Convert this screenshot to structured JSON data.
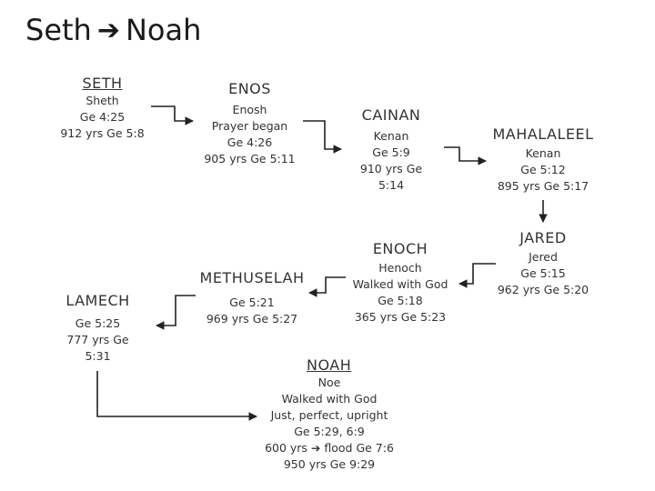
{
  "title": {
    "from": "Seth",
    "arrow": "➔",
    "to": "Noah"
  },
  "nodes": {
    "seth": {
      "name": "SETH",
      "lines": [
        "Sheth",
        "Ge 4:25",
        "912 yrs   Ge 5:8"
      ]
    },
    "enos": {
      "name": "ENOS",
      "lines": [
        "Enosh",
        "Prayer began",
        "Ge 4:26",
        "905 yrs   Ge 5:11"
      ]
    },
    "cainan": {
      "name": "CAINAN",
      "lines": [
        "Kenan",
        "Ge 5:9",
        "910 yrs   Ge",
        "5:14"
      ]
    },
    "mahalaleel": {
      "name": "MAHALALEEL",
      "lines": [
        "Kenan",
        "Ge 5:12",
        "895 yrs   Ge 5:17"
      ]
    },
    "jared": {
      "name": "JARED",
      "lines": [
        "Jered",
        "Ge 5:15",
        "962 yrs   Ge 5:20"
      ]
    },
    "enoch": {
      "name": "ENOCH",
      "lines": [
        "Henoch",
        "Walked with God",
        "Ge 5:18",
        "365 yrs   Ge 5:23"
      ]
    },
    "methuselah": {
      "name": "METHUSELAH",
      "lines": [
        "Ge 5:21",
        "969 yrs   Ge 5:27"
      ]
    },
    "lamech": {
      "name": "LAMECH",
      "lines": [
        "Ge 5:25",
        "777 yrs   Ge",
        "5:31"
      ]
    },
    "noah": {
      "name": "NOAH",
      "lines": [
        "Noe",
        "Walked with God",
        "Just, perfect, upright",
        "Ge 5:29, 6:9",
        "600 yrs ➔ flood   Ge 7:6",
        "950 yrs   Ge 9:29"
      ]
    }
  }
}
